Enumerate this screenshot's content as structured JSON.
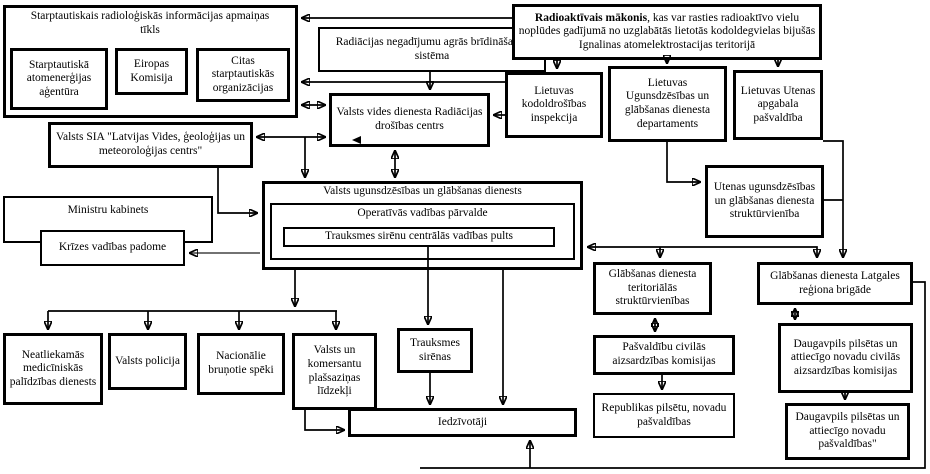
{
  "diagram": {
    "language": "Latvian",
    "topic": "Radiation emergency notification scheme (Ignalina NPP radioactive cloud)"
  },
  "colors": {
    "background": "#ffffff",
    "box_border": "#000000",
    "line": "#000000",
    "crisis_link_line": "#444444"
  },
  "nodes": {
    "intl_network": "Starptautiskais radioloģiskās informācijas apmaiņas tīkls",
    "iaea": "Starptautiskā atomenerģijas aģentūra",
    "ec": "Eiropas Komisija",
    "other_orgs": "Citas starptautiskās organizācijas",
    "early_warning": "Radiācijas negadījumu agrās brīdināšanas sistēma",
    "cloud_bold": "Radioaktīvais mākonis",
    "cloud_rest": ", kas var rasties radioaktīvo vielu noplūdes gadījumā no uzglabātās lietotās kodoldegvielas bijušās Ignalinas atomelektrostacijas teritorijā",
    "rdc": "Valsts vides dienesta Radiācijas drošības centrs",
    "lt_inspection": "Lietuvas kodoldrošības inspekcija",
    "lt_fire_dept": "Lietuvas Ugunsdzēsības un glābšanas dienesta departaments",
    "lt_utena_mun": "Lietuvas Utenas apgabala pašvaldība",
    "utena_unit": "Utenas ugunsdzēsības un glābšanas dienesta struktūrvienība",
    "sia": "Valsts SIA \"Latvijas Vides, ģeoloģijas un meteoroloģijas centrs\"",
    "cabinet": "Ministru kabinets",
    "crisis_council": "Krīzes vadības padome",
    "vugd": "Valsts ugunsdzēsības un glābšanas dienests",
    "ovp": "Operatīvās vadības pārvalde",
    "sirens_panel": "Trauksmes sirēnu centrālās vadības pults",
    "nmpd": "Neatliekamās medicīniskās palīdzības dienests",
    "police": "Valsts policija",
    "armed_forces": "Nacionālie bruņotie spēki",
    "media": "Valsts un komersantu plašsaziņas līdzekļi",
    "sirens": "Trauksmes sirēnas",
    "residents": "Iedzīvotāji",
    "territorial_units": "Glābšanas dienesta teritoriālās struktūrvienības",
    "latgale_brigade": "Glābšanas dienesta Latgales reģiona brigāde",
    "mun_commissions": "Pašvaldību civilās aizsardzības komisijas",
    "rep_cities": "Republikas pilsētu, novadu pašvaldības",
    "daugavpils_commissions": "Daugavpils pilsētas un attiecīgo novadu civilās aizsardzības komisijas",
    "daugavpils_mun": "Daugavpils pilsētas un attiecīgo novadu pašvaldības\""
  }
}
